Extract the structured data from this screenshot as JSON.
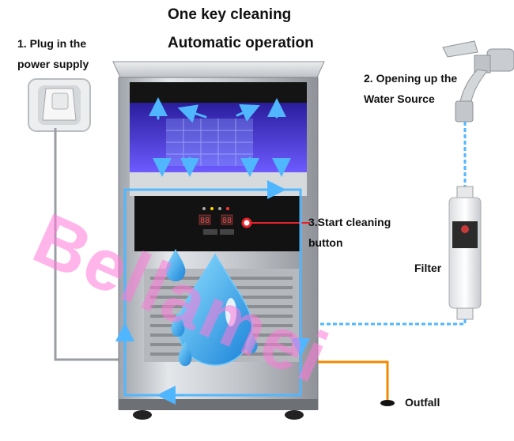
{
  "title_line1": "One key cleaning",
  "title_line2": "Automatic operation",
  "step1": {
    "line1": "1. Plug in the",
    "line2": "power supply"
  },
  "step2": {
    "line1": "2. Opening up the",
    "line2": "Water Source"
  },
  "step3": {
    "line1": "3.Start cleaning",
    "line2": "button"
  },
  "filter_label": "Filter",
  "outfall_label": "Outfall",
  "watermark": "Bellamei",
  "panel": {
    "display_left": "88",
    "display_right": "88"
  },
  "colors": {
    "flow_blue": "#4fb6ff",
    "drain_orange": "#f08a00",
    "indicator_red": "#e8222b",
    "steel": "#c9cdd2"
  },
  "icons": [
    "power-socket-icon",
    "water-tap-icon",
    "water-drop-icon",
    "flow-arrow-icon"
  ]
}
